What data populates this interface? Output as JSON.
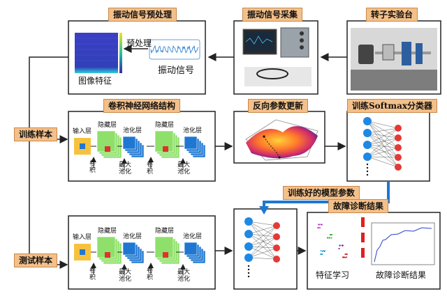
{
  "titles": {
    "preprocess": "振动信号预处理",
    "acquisition": "振动信号采集",
    "rotor_lab": "转子实验台",
    "cnn_structure": "卷积神经网络结构",
    "backprop": "反向参数更新",
    "softmax": "训练Softmax分类器",
    "trained_params": "训练好的模型参数",
    "diagnosis_result": "故障诊断结果"
  },
  "preprocess": {
    "arrow_label": "预处理",
    "signal_label": "振动信号",
    "image_label": "图像特征"
  },
  "side": {
    "train_samples": "训练样本",
    "test_samples": "测试样本"
  },
  "cnn": {
    "input": "输入层",
    "hidden1": "隐藏层",
    "pool1": "池化层",
    "hidden2": "隐藏层",
    "pool2": "池化层",
    "conv1": "卷积",
    "maxpool1": "最大池化",
    "conv2": "卷积",
    "maxpool2": "最大池化"
  },
  "result": {
    "feature_learning": "特征学习",
    "diagnosis": "故障诊断结果"
  },
  "colors": {
    "tag_bg": "#f4c08a",
    "input_layer": "#f6c23e",
    "hidden_layer": "#8ee06a",
    "pool_layer": "#1e78d2",
    "neuron_blue": "#1e88e5",
    "neuron_red": "#e53935",
    "accent_arrow": "#1f77d0",
    "red_bar": "#e02020"
  }
}
